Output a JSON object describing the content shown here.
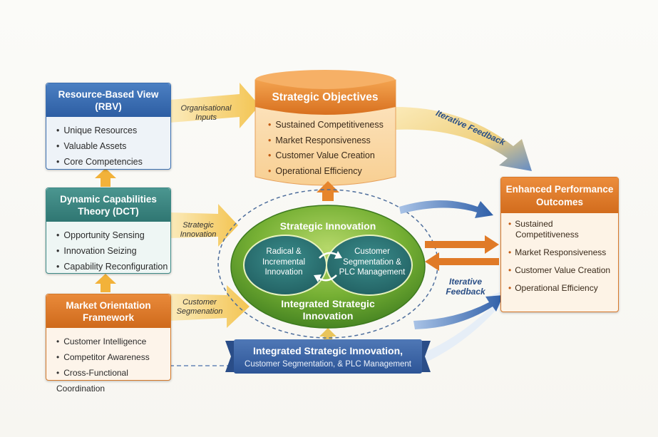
{
  "rbv": {
    "title": "Resource-Based View (RBV)",
    "items": [
      "Unique Resources",
      "Valuable Assets",
      "Core Competencies"
    ]
  },
  "dct": {
    "title": "Dynamic Capabilities Theory (DCT)",
    "items": [
      "Opportunity Sensing",
      "Innovation Seizing",
      "Capability Reconfiguration"
    ]
  },
  "mof": {
    "title": "Market Orientation Framework",
    "items": [
      "Customer Intelligence",
      "Competitor Awareness",
      "Cross-Functional Coordination"
    ]
  },
  "objectives": {
    "title": "Strategic Objectives",
    "items": [
      "Sustained Competitiveness",
      "Market Responsiveness",
      "Customer Value Creation",
      "Operational Efficiency"
    ]
  },
  "outcomes": {
    "title": "Enhanced Performance Outcomes",
    "items": [
      "Sustained Competitiveness",
      "Market Responsiveness",
      "Customer Value Creation",
      "Operational Efficiency"
    ]
  },
  "center": {
    "outer_top": "Strategic Innovation",
    "outer_bottom": "Integrated Strategic Innovation",
    "inner_left": "Radical & Incremental Innovation",
    "inner_right": "Customer Segmentation & PLC Management"
  },
  "arrows": {
    "organisational_inputs": "Organisational Inputs",
    "strategic_innovation": "Strategic Innovation",
    "customer_segmenation": "Customer Segmenation",
    "iterative_feedback_top": "Iterative Feedback",
    "iterative_feedback_right": "Iterative Feedback"
  },
  "banner": {
    "line1": "Integrated Strategic Innovation,",
    "line2": "Customer Segmentation, & PLC Management"
  },
  "colors": {
    "blue": "#2d5ea3",
    "teal": "#2f7672",
    "orange": "#d26c1d",
    "green": "#5a9a2a",
    "navy": "#2a4f86",
    "yellow_arrow": "#f3c95a"
  }
}
